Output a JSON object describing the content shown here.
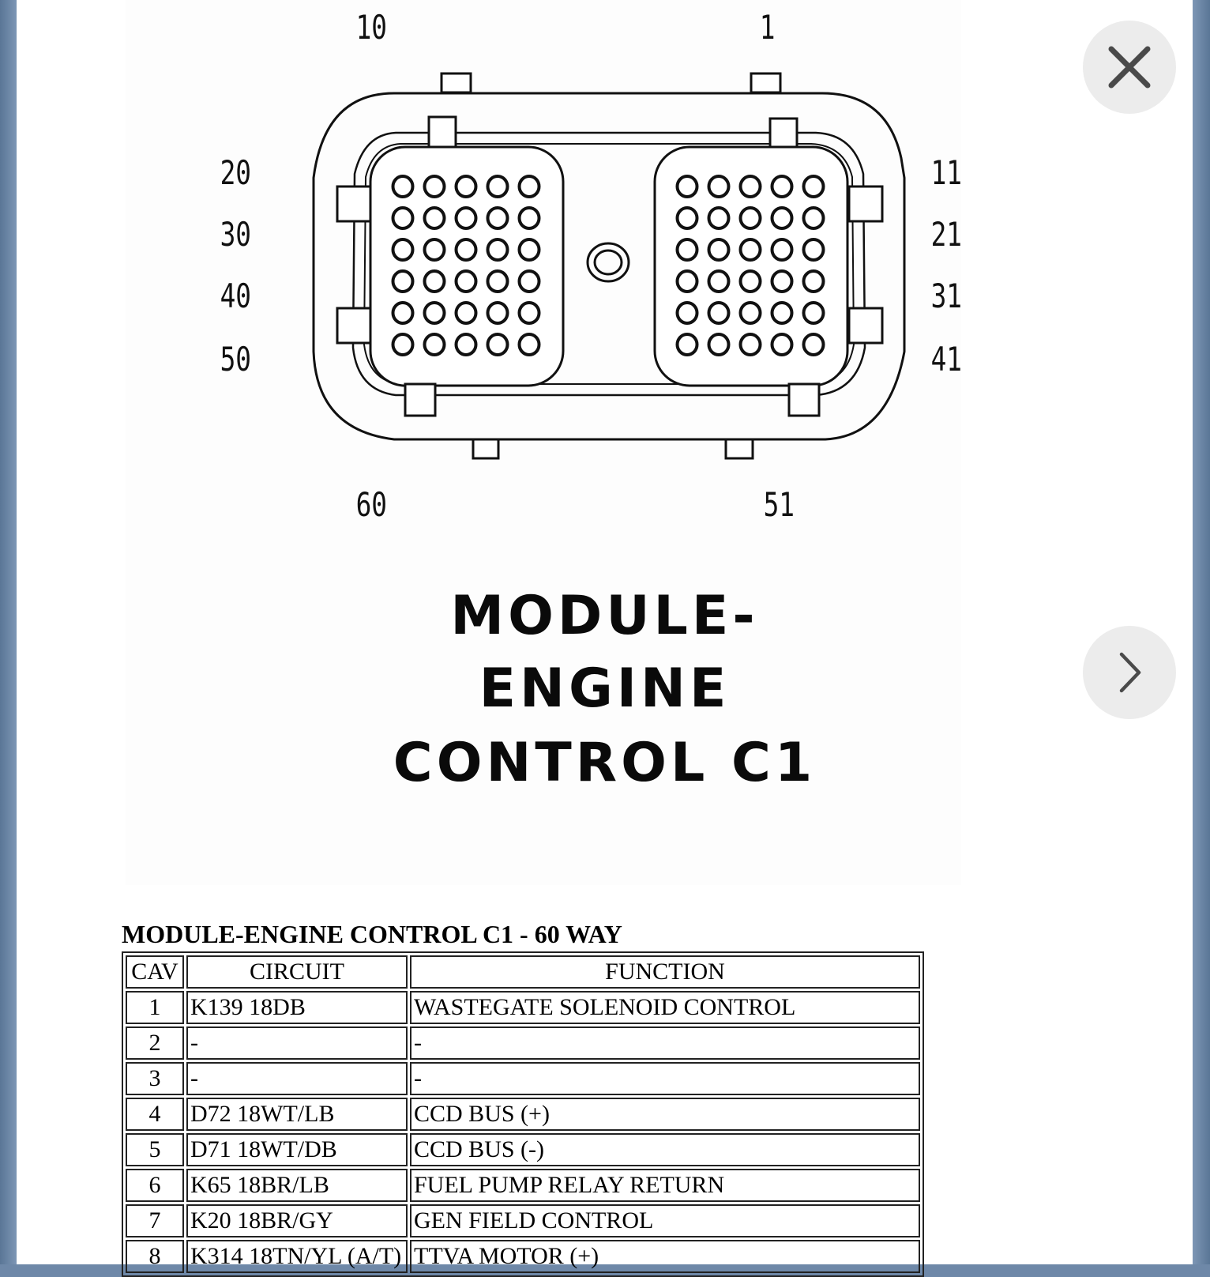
{
  "diagram": {
    "pin_labels": {
      "top_left": "10",
      "top_right": "1",
      "left": [
        "20",
        "30",
        "40",
        "50"
      ],
      "right": [
        "11",
        "21",
        "31",
        "41"
      ],
      "bottom_left": "60",
      "bottom_right": "51"
    },
    "title_lines": [
      "MODULE-",
      "ENGINE",
      "CONTROL C1"
    ]
  },
  "table": {
    "heading": "MODULE-ENGINE CONTROL C1 - 60 WAY",
    "columns": [
      "CAV",
      "CIRCUIT",
      "FUNCTION"
    ],
    "rows": [
      {
        "cav": "1",
        "circuit": "K139 18DB",
        "function": "WASTEGATE SOLENOID CONTROL"
      },
      {
        "cav": "2",
        "circuit": "-",
        "function": "-"
      },
      {
        "cav": "3",
        "circuit": "-",
        "function": "-"
      },
      {
        "cav": "4",
        "circuit": "D72 18WT/LB",
        "function": "CCD BUS (+)"
      },
      {
        "cav": "5",
        "circuit": "D71 18WT/DB",
        "function": "CCD BUS (-)"
      },
      {
        "cav": "6",
        "circuit": "K65 18BR/LB",
        "function": "FUEL PUMP RELAY RETURN"
      },
      {
        "cav": "7",
        "circuit": "K20 18BR/GY",
        "function": "GEN FIELD CONTROL"
      },
      {
        "cav": "8",
        "circuit": "K314 18TN/YL (A/T)",
        "function": "TTVA MOTOR (+)"
      }
    ]
  },
  "controls": {
    "close_icon": "close-icon",
    "next_icon": "chevron-right-icon"
  },
  "colors": {
    "frame": "#6e88a8",
    "button_bg": "#ececec",
    "icon": "#4a4a4a"
  }
}
